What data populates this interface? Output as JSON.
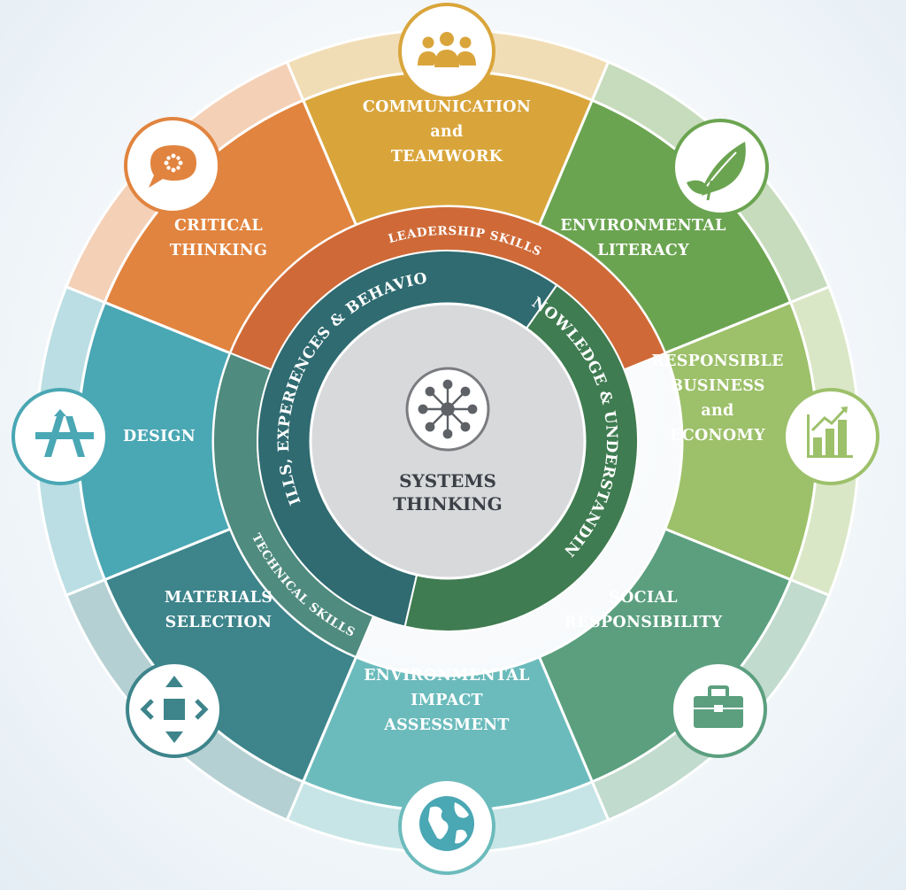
{
  "center": {
    "title_line1": "SYSTEMS",
    "title_line2": "THINKING",
    "icon": "network-hub-icon"
  },
  "inner_ring": {
    "left_label": "SKILLS, EXPERIENCES & BEHAVIORS",
    "right_label": "KNOWLEDGE & UNDERSTANDING"
  },
  "middle_ring": {
    "top_label": "LEADERSHIP SKILLS",
    "bottom_label": "TECHNICAL SKILLS"
  },
  "segments": [
    {
      "id": "communication",
      "lines": [
        "COMMUNICATION",
        "and",
        "TEAMWORK"
      ],
      "color": "#D9A53B",
      "icon": "people-group-icon"
    },
    {
      "id": "environmental-literacy",
      "lines": [
        "ENVIRONMENTAL",
        "LITERACY"
      ],
      "color": "#6BA450",
      "icon": "leaf-icon"
    },
    {
      "id": "responsible-business",
      "lines": [
        "RESPONSIBLE",
        "BUSINESS",
        "and",
        "ECONOMY"
      ],
      "color": "#9DC06A",
      "icon": "growth-chart-icon"
    },
    {
      "id": "social-responsibility",
      "lines": [
        "SOCIAL",
        "RESPONSIBILITY"
      ],
      "color": "#5B9F7F",
      "icon": "briefcase-icon"
    },
    {
      "id": "environmental-impact",
      "lines": [
        "ENVIRONMENTAL",
        "IMPACT",
        "ASSESSMENT"
      ],
      "color": "#6CBBBC",
      "icon": "globe-icon"
    },
    {
      "id": "materials-selection",
      "lines": [
        "MATERIALS",
        "SELECTION"
      ],
      "color": "#3D848B",
      "icon": "move-arrows-icon"
    },
    {
      "id": "design",
      "lines": [
        "DESIGN"
      ],
      "color": "#4AA7B4",
      "icon": "design-tools-icon"
    },
    {
      "id": "critical-thinking",
      "lines": [
        "CRITICAL",
        "THINKING"
      ],
      "color": "#E1843F",
      "icon": "speech-bubble-icon"
    }
  ]
}
